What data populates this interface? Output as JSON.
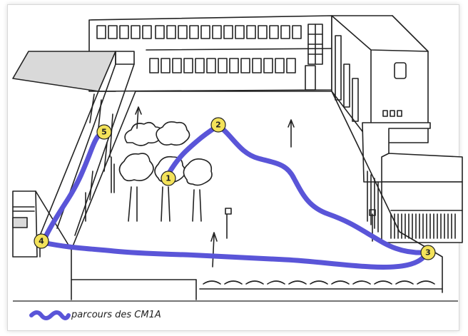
{
  "legend": {
    "label": "parcours des CM1A",
    "color": "#5a55d8"
  },
  "stations": [
    {
      "label": "1"
    },
    {
      "label": "2"
    },
    {
      "label": "3"
    },
    {
      "label": "4"
    },
    {
      "label": "5"
    }
  ],
  "colors": {
    "route": "#5a55d8",
    "station_fill": "#f3e25a",
    "ink": "#222222",
    "shade": "#d9d9d9"
  }
}
